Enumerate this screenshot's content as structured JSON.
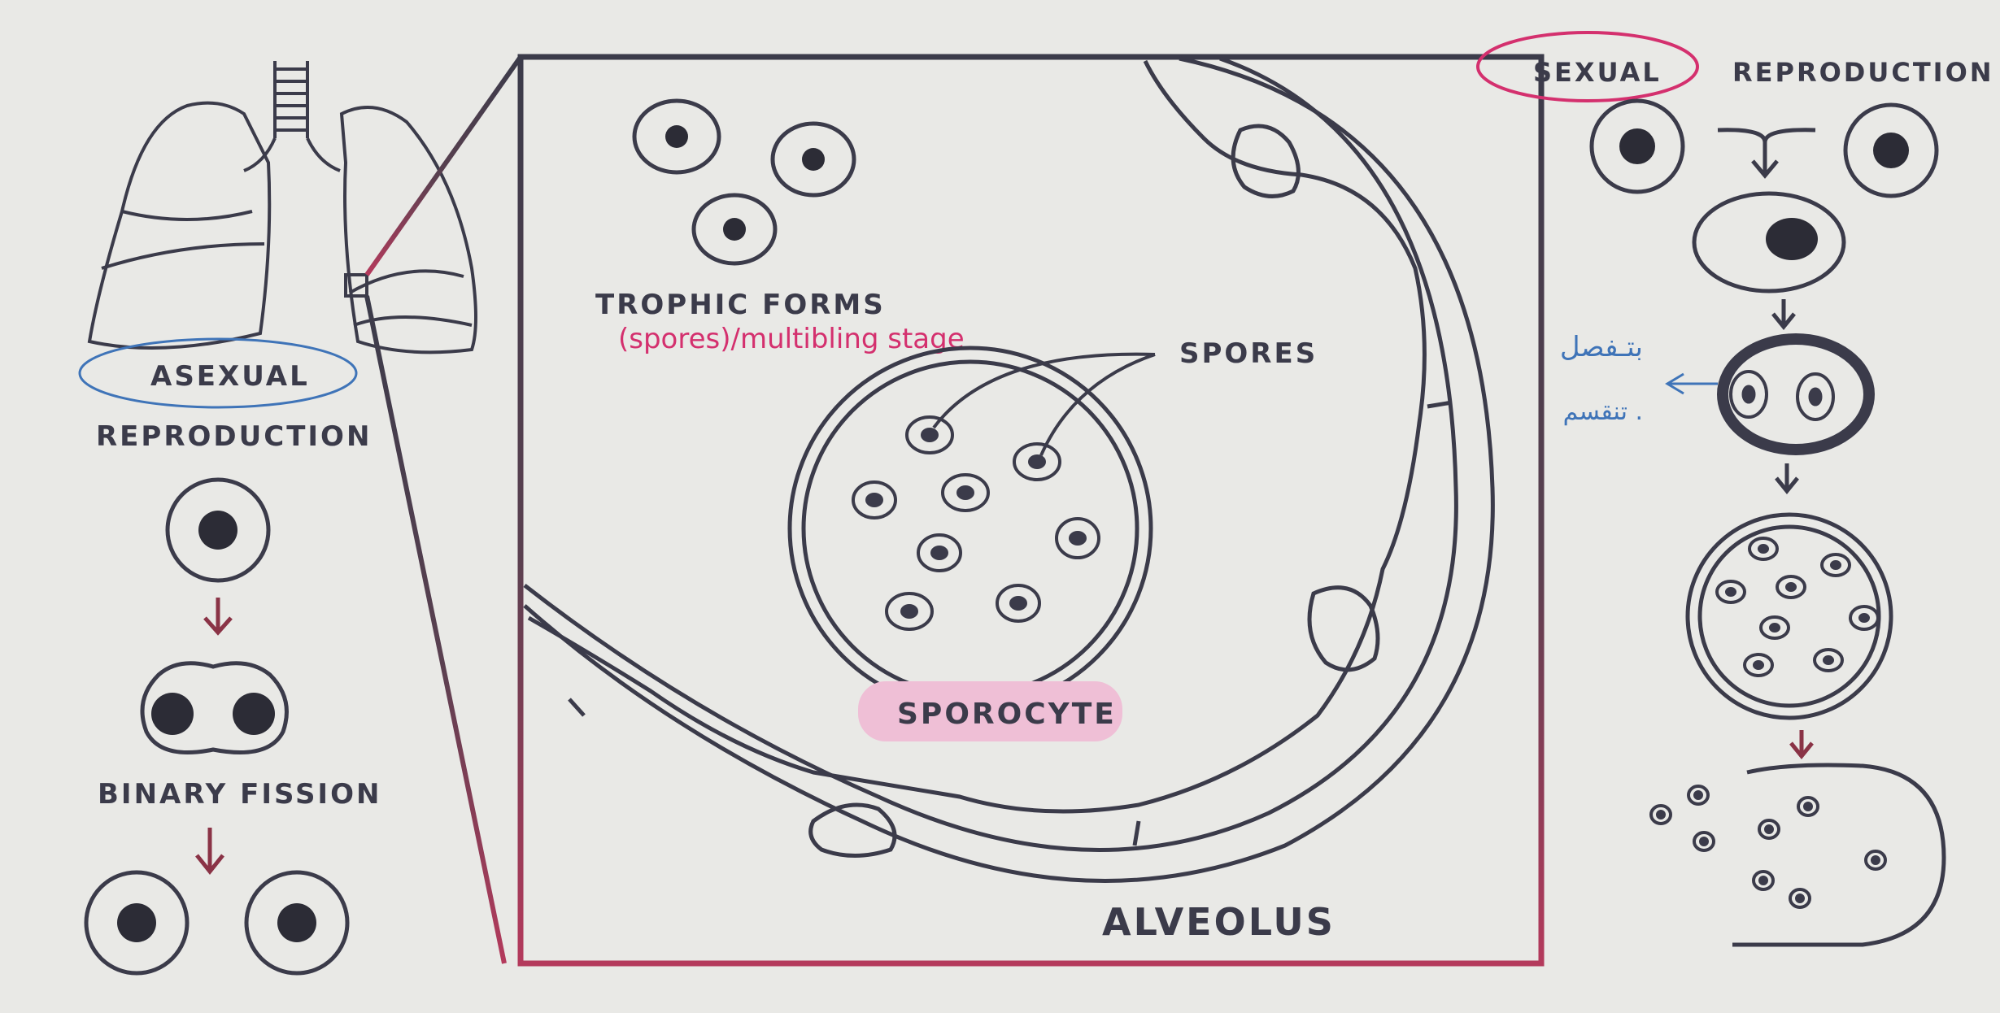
{
  "left_panel": {
    "asexual_label": "ASEXUAL",
    "reproduction_label": "REPRODUCTION",
    "binary_fission_label": "BINARY FISSION"
  },
  "center_panel": {
    "trophic_forms_label": "TROPHIC FORMS",
    "handwritten_note": "(spores)/multibling stage",
    "spores_label": "SPORES",
    "sporocyte_label": "SPOROCYTE",
    "alveolus_label": "ALVEOLUS"
  },
  "right_panel": {
    "sexual_label": "SEXUAL",
    "reproduction_label": "REPRODUCTION",
    "arabic_note_line1": "بتـفصل",
    "arabic_note_line2": "تنقسم ."
  },
  "colors": {
    "line": "#3b3b4a",
    "accent_gradient_end": "#b43a5c",
    "pink_annotation": "#d4306e",
    "blue_annotation": "#3f74b8",
    "highlight": "#efbfd6"
  }
}
